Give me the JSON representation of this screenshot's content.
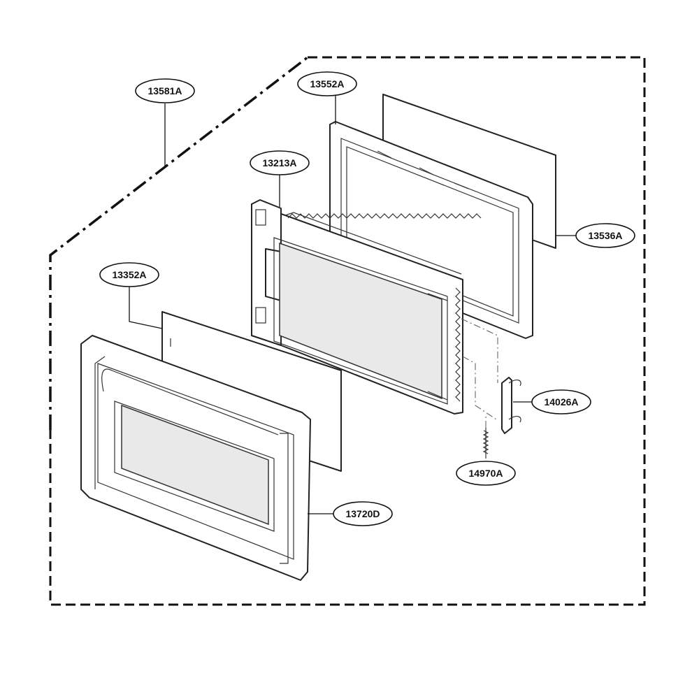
{
  "diagram": {
    "type": "exploded-parts-diagram",
    "labels": [
      {
        "id": "13581A",
        "text": "13581A"
      },
      {
        "id": "13552A",
        "text": "13552A"
      },
      {
        "id": "13213A",
        "text": "13213A"
      },
      {
        "id": "13536A",
        "text": "13536A"
      },
      {
        "id": "13352A",
        "text": "13352A"
      },
      {
        "id": "14026A",
        "text": "14026A"
      },
      {
        "id": "14970A",
        "text": "14970A"
      },
      {
        "id": "13720D",
        "text": "13720D"
      }
    ]
  }
}
